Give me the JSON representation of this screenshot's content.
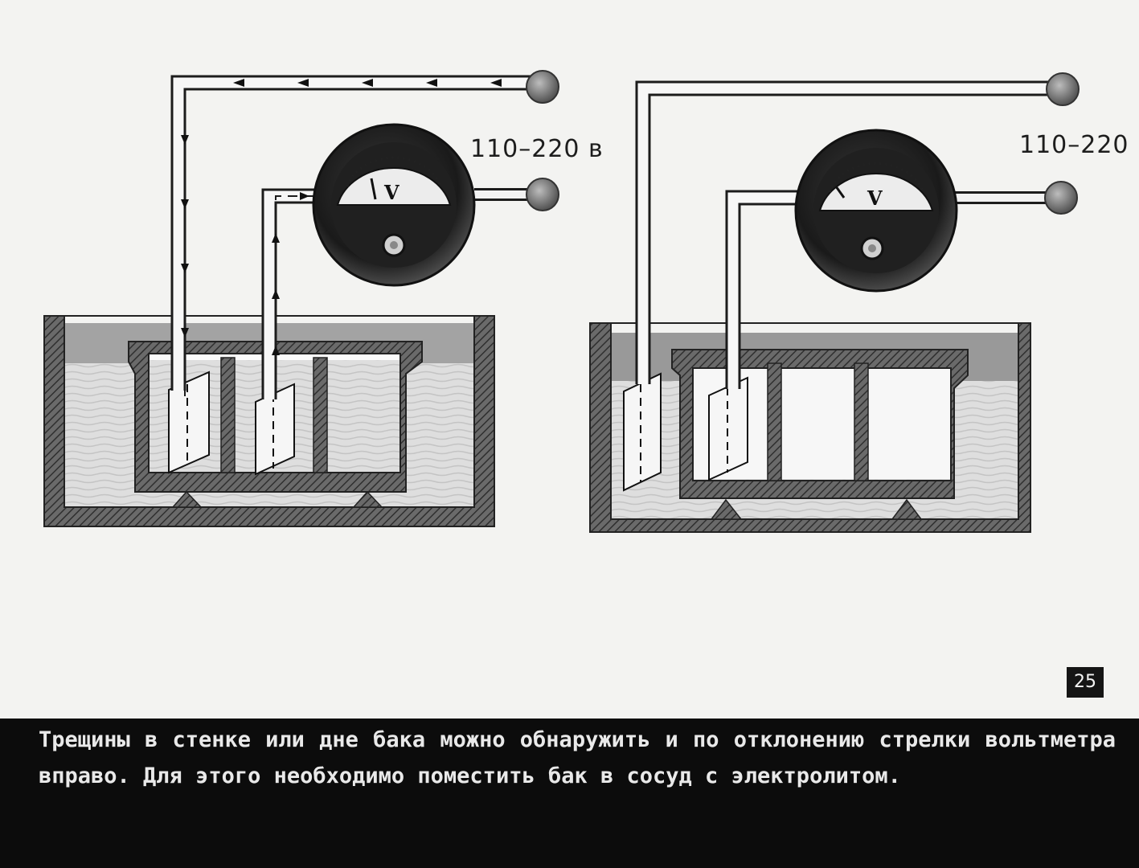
{
  "diagrams": [
    {
      "voltage_label": "110–220 в"
    },
    {
      "voltage_label": "110–220"
    }
  ],
  "meter_symbol": "V",
  "slide_number": "25",
  "caption": "Трещины в стенке или дне бака можно обнаружить и по отклонению стрелки вольтметра вправо. Для этого необходимо поместить бак в сосуд с электролитом.",
  "colors": {
    "background": "#f3f3f1",
    "vessel_wall": "#555555",
    "electrolyte": "#dcdcdc",
    "air_gap": "#9a9a9a",
    "caption_band": "#0c0c0c"
  },
  "icons": [
    "voltmeter-icon",
    "terminal-icon",
    "current-arrow-icon"
  ]
}
